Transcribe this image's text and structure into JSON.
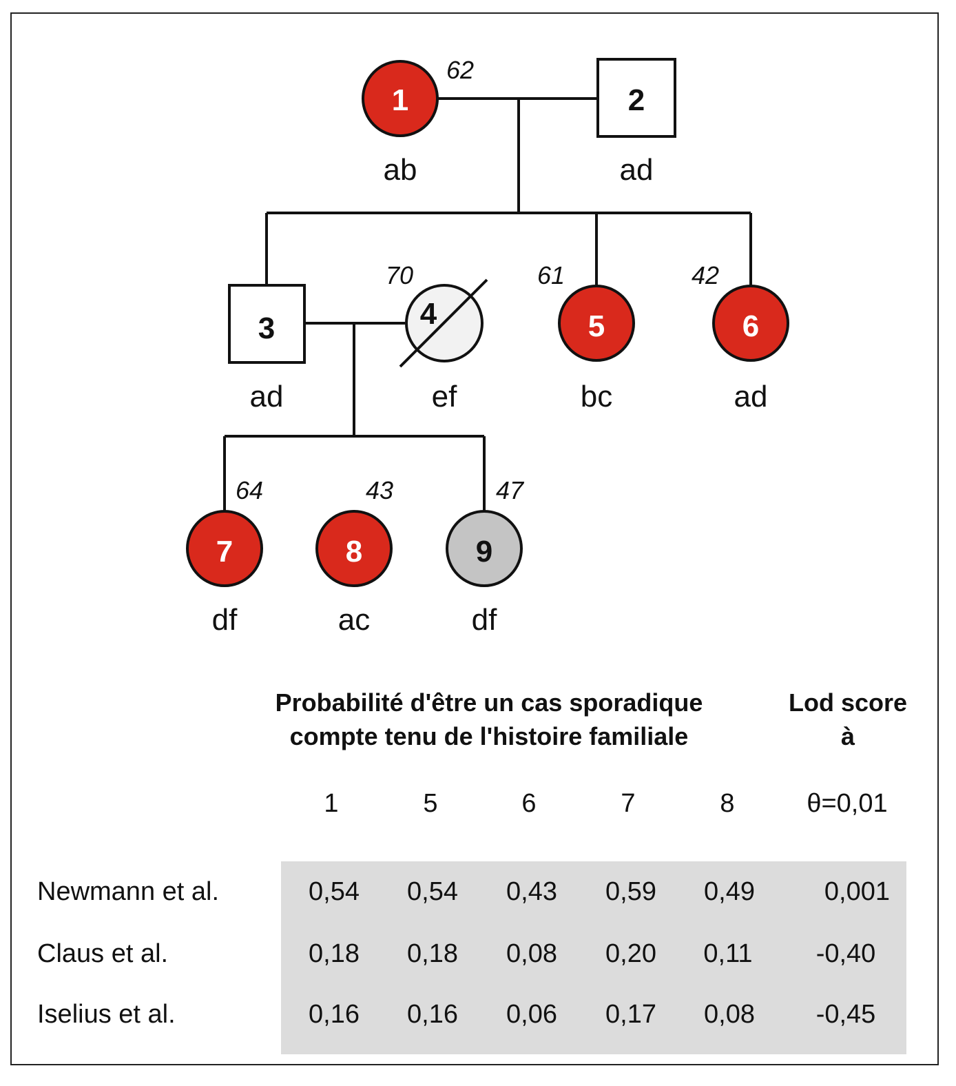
{
  "pedigree": {
    "individuals": [
      {
        "id": "1",
        "shape": "circle",
        "status": "affected",
        "age": "62",
        "genotype": "ab"
      },
      {
        "id": "2",
        "shape": "square",
        "status": "unaffected",
        "age": "",
        "genotype": "ad"
      },
      {
        "id": "3",
        "shape": "square",
        "status": "unaffected",
        "age": "",
        "genotype": "ad"
      },
      {
        "id": "4",
        "shape": "circle",
        "status": "deceased",
        "age": "70",
        "genotype": "ef"
      },
      {
        "id": "5",
        "shape": "circle",
        "status": "affected",
        "age": "61",
        "genotype": "bc"
      },
      {
        "id": "6",
        "shape": "circle",
        "status": "affected",
        "age": "42",
        "genotype": "ad"
      },
      {
        "id": "7",
        "shape": "circle",
        "status": "affected",
        "age": "64",
        "genotype": "df"
      },
      {
        "id": "8",
        "shape": "circle",
        "status": "affected",
        "age": "43",
        "genotype": "ac"
      },
      {
        "id": "9",
        "shape": "circle",
        "status": "grey",
        "age": "47",
        "genotype": "df"
      }
    ],
    "colors": {
      "affected": "#d9291c",
      "grey": "#c4c4c4",
      "unaffected": "#ffffff",
      "deceased": "#f2f2f2",
      "stroke": "#111111"
    }
  },
  "table": {
    "header_main_line1": "Probabilité d'être un cas sporadique",
    "header_main_line2": "compte tenu de l'histoire familiale",
    "header_lod_line1": "Lod score",
    "header_lod_line2": "à",
    "columns": [
      "1",
      "5",
      "6",
      "7",
      "8",
      "θ=0,01"
    ],
    "rows": [
      {
        "label": "Newmann et al.",
        "values": [
          "0,54",
          "0,54",
          "0,43",
          "0,59",
          "0,49",
          "0,001"
        ]
      },
      {
        "label": "Claus et al.",
        "values": [
          "0,18",
          "0,18",
          "0,08",
          "0,20",
          "0,11",
          "-0,40"
        ]
      },
      {
        "label": "Iselius et al.",
        "values": [
          "0,16",
          "0,16",
          "0,06",
          "0,17",
          "0,08",
          "-0,45"
        ]
      }
    ],
    "shade_color": "#dcdcdc"
  }
}
